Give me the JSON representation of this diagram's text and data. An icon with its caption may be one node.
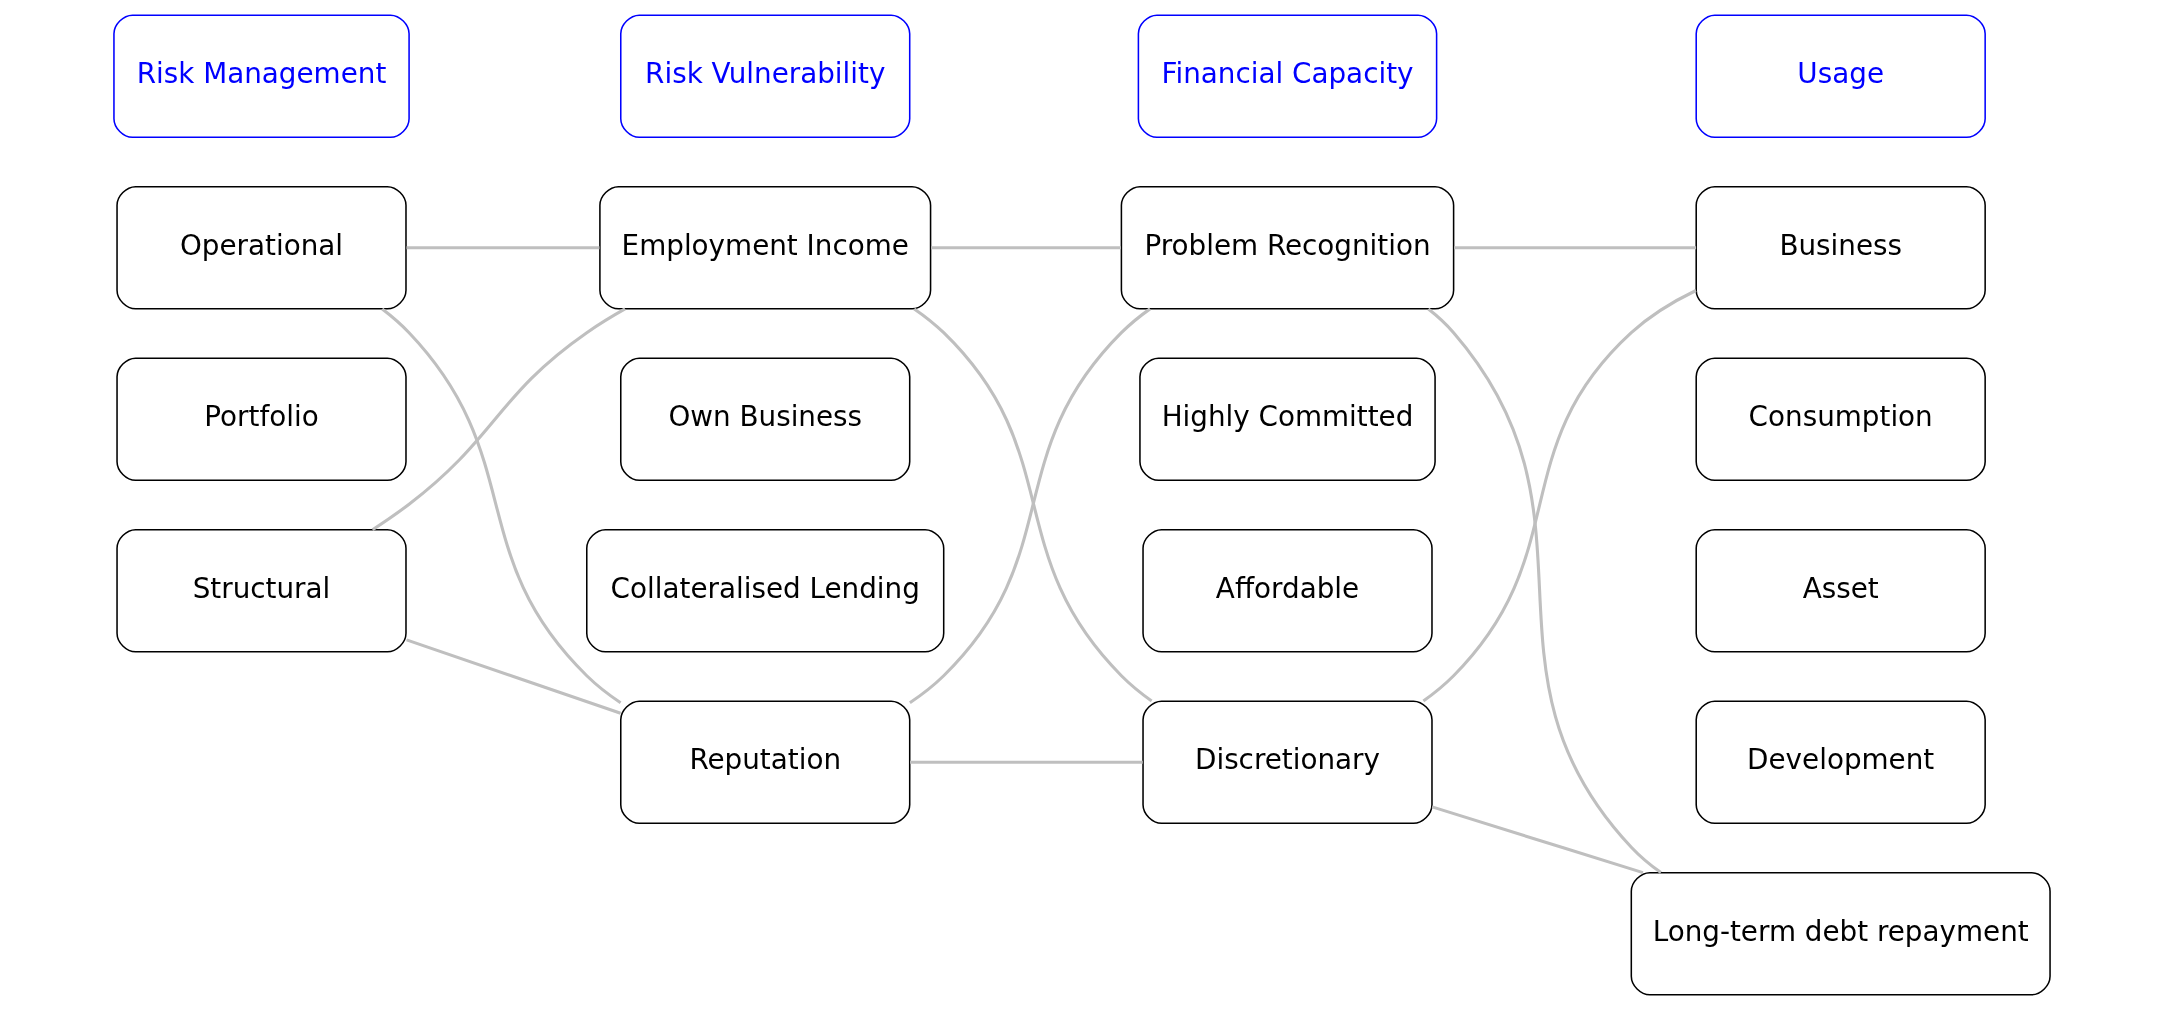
{
  "diagram": {
    "nodes": [
      {
        "text": [
          "Risk Management"
        ]
      },
      {
        "text": [
          "Risk Vulnerability"
        ]
      },
      {
        "text": [
          "Financial Capacity"
        ]
      },
      {
        "text": [
          "Usage"
        ]
      },
      {
        "text": [
          "Operational"
        ]
      },
      {
        "text": [
          "Portfolio"
        ]
      },
      {
        "text": [
          "Structural"
        ]
      },
      {
        "text": [
          "Employment Income"
        ]
      },
      {
        "text": [
          "Own Business"
        ]
      },
      {
        "text": [
          "Collateralised Lending"
        ]
      },
      {
        "text": [
          "Reputation"
        ]
      },
      {
        "text": [
          "Problem Recognition"
        ]
      },
      {
        "text": [
          "Highly Committed"
        ]
      },
      {
        "text": [
          "Affordable"
        ]
      },
      {
        "text": [
          "Discretionary"
        ]
      },
      {
        "text": [
          "Business"
        ]
      },
      {
        "text": [
          "Consumption"
        ]
      },
      {
        "text": [
          "Asset"
        ]
      },
      {
        "text": [
          "Development"
        ]
      },
      {
        "text": [
          "Long-term debt repayment"
        ]
      }
    ],
    "edges": [
      {
        "from": 4,
        "to": 7,
        "arrow": "none"
      },
      {
        "from": 4,
        "to": 10,
        "arrow": "none"
      },
      {
        "from": 6,
        "to": 7,
        "arrow": "none"
      },
      {
        "from": 6,
        "to": 10,
        "arrow": "none"
      },
      {
        "from": 7,
        "to": 11,
        "arrow": "none"
      },
      {
        "from": 7,
        "to": 14,
        "arrow": "none"
      },
      {
        "from": 10,
        "to": 11,
        "arrow": "none"
      },
      {
        "from": 10,
        "to": 14,
        "arrow": "none"
      },
      {
        "from": 11,
        "to": 15,
        "arrow": "none"
      },
      {
        "from": 11,
        "to": 19,
        "arrow": "none"
      },
      {
        "from": 14,
        "to": 15,
        "arrow": "none"
      },
      {
        "from": 14,
        "to": 19,
        "arrow": "none"
      }
    ]
  }
}
